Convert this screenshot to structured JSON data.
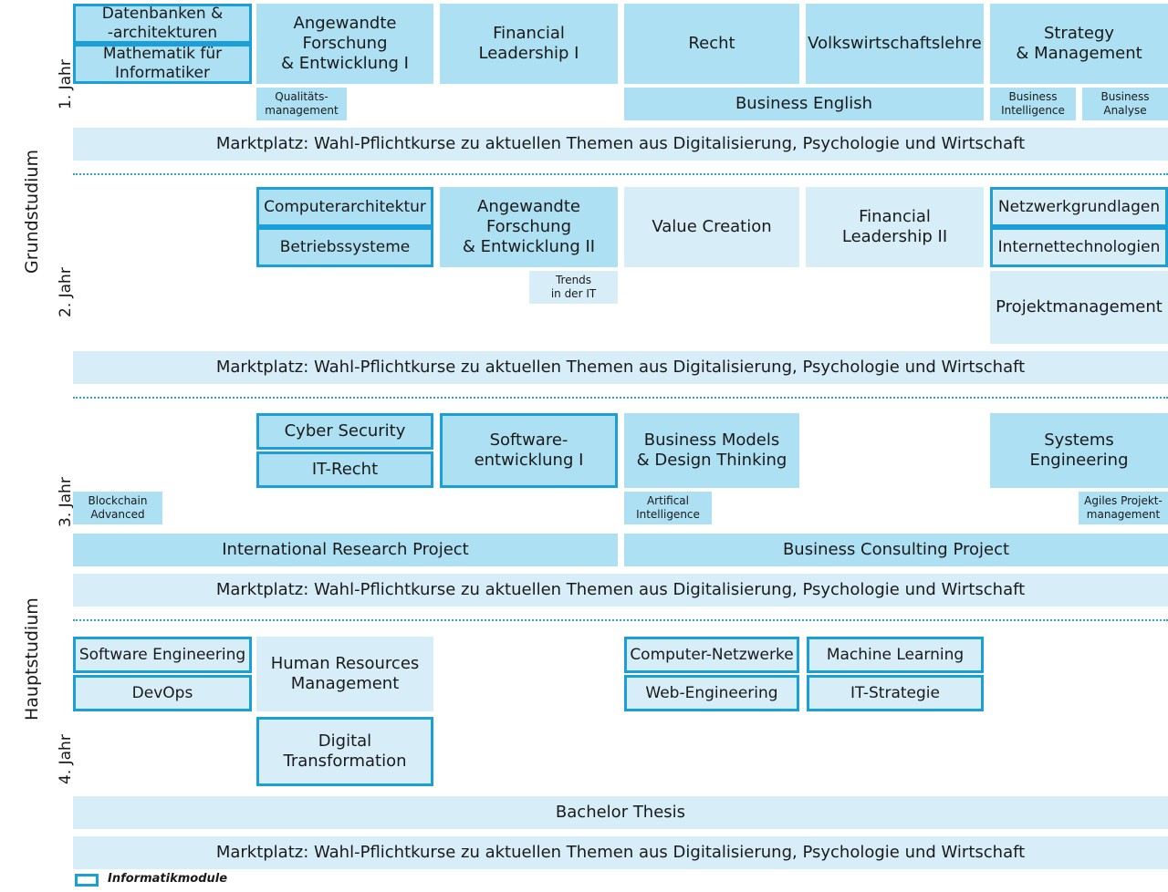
{
  "diagram": {
    "title_hidden": "",
    "phases": [
      {
        "name": "Grundstudium"
      },
      {
        "name": "Hauptstudium"
      }
    ],
    "years": [
      {
        "name": "1. Jahr"
      },
      {
        "name": "2. Jahr"
      },
      {
        "name": "3. Jahr"
      },
      {
        "name": "4. Jahr"
      }
    ],
    "legend": {
      "label": "Informatikmodule",
      "swatch_border": "#1a9fd9",
      "swatch_fill": "#ffffff"
    },
    "colors": {
      "module_fill": "#ade0f2",
      "soft_fill": "#d7eef9",
      "it_border": "#1a9fd9",
      "divider": "#29a3dc",
      "text": "#1a1a1a"
    },
    "marktplatz_label": "Marktplatz: Wahl-Pflichtkurse zu aktuellen Themen aus Digitalisierung, Psychologie und Wirtschaft",
    "year1": {
      "modules": [
        {
          "label": "Datenbanken &\n-architekturen"
        },
        {
          "label": "Mathematik für\nInformatiker"
        },
        {
          "label": "Angewandte\nForschung\n& Entwicklung I"
        },
        {
          "label": "Financial\nLeadership I"
        },
        {
          "label": "Recht"
        },
        {
          "label": "Volkswirtschaftslehre"
        },
        {
          "label": "Strategy\n& Management"
        }
      ],
      "small": [
        {
          "label": "Qualitäts-\nmanagement"
        },
        {
          "label": "Business English"
        },
        {
          "label": "Business\nIntelligence"
        },
        {
          "label": "Business\nAnalyse"
        }
      ]
    },
    "year2": {
      "modules": [
        {
          "label": "Computerarchitektur"
        },
        {
          "label": "Betriebssysteme"
        },
        {
          "label": "Angewandte\nForschung\n& Entwicklung II"
        },
        {
          "label": "Value Creation"
        },
        {
          "label": "Financial\nLeadership II"
        },
        {
          "label": "Netzwerkgrundlagen"
        },
        {
          "label": "Internettechnologien"
        },
        {
          "label": "Projektmanagement"
        }
      ],
      "small": [
        {
          "label": "Trends\nin der IT"
        }
      ]
    },
    "year3": {
      "modules": [
        {
          "label": "Cyber Security"
        },
        {
          "label": "IT-Recht"
        },
        {
          "label": "Software-\nentwicklung I"
        },
        {
          "label": "Business Models\n& Design Thinking"
        },
        {
          "label": "Systems\nEngineering"
        }
      ],
      "small": [
        {
          "label": "Blockchain\nAdvanced"
        },
        {
          "label": "Artifical\nIntelligence"
        },
        {
          "label": "Agiles Projekt-\nmanagement"
        }
      ],
      "projects": [
        {
          "label": "International Research Project"
        },
        {
          "label": "Business Consulting Project"
        }
      ]
    },
    "year4": {
      "modules": [
        {
          "label": "Software Engineering"
        },
        {
          "label": "DevOps"
        },
        {
          "label": "Human Resources\nManagement"
        },
        {
          "label": "Digital\nTransformation"
        },
        {
          "label": "Computer-Netzwerke"
        },
        {
          "label": "Machine Learning"
        },
        {
          "label": "Web-Engineering"
        },
        {
          "label": "IT-Strategie"
        }
      ],
      "thesis": {
        "label": "Bachelor Thesis"
      }
    }
  }
}
